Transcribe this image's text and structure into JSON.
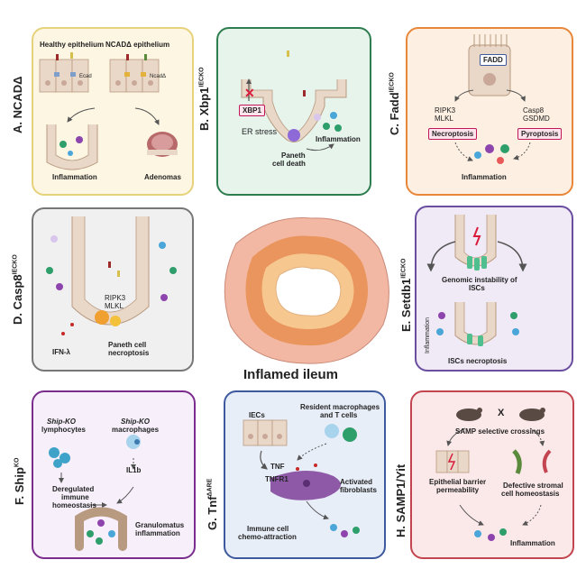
{
  "center": {
    "title": "Inflamed ileum"
  },
  "panelA": {
    "label": "A. NCADΔ",
    "healthy": "Healthy epithelium",
    "mutant": "NCADΔ epithelium",
    "ecad": "Ecad",
    "ncad": "NcadΔ",
    "inflammation": "Inflammation",
    "adenomas": "Adenomas"
  },
  "panelB": {
    "label_main": "B. Xbp1",
    "label_sup": "IECKO",
    "xbp1": "XBP1",
    "er_stress": "ER stress",
    "paneth": "Paneth",
    "cell_death": "cell death",
    "inflammation": "Inflammation"
  },
  "panelC": {
    "label_main": "C. Fadd",
    "label_sup": "IECKO",
    "fadd": "FADD",
    "ripk3": "RIPK3",
    "mlkl": "MLKL",
    "casp8": "Casp8",
    "gsdmd": "GSDMD",
    "necroptosis": "Necroptosis",
    "pyroptosis": "Pyroptosis",
    "inflammation": "Inflammation"
  },
  "panelD": {
    "label_main": "D. Casp8",
    "label_sup": "IECKO",
    "ripk3": "RIPK3",
    "mlkl": "MLKL",
    "ifn": "IFN-λ",
    "paneth_line1": "Paneth cell",
    "paneth_line2": "necroptosis"
  },
  "panelE": {
    "label_main": "E. Setdb1",
    "label_sup": "IECKO",
    "genomic_line1": "Genomic instability of",
    "genomic_line2": "ISCs",
    "inflammation": "Inflammation",
    "isc_necroptosis": "ISCs necroptosis"
  },
  "panelF": {
    "label_main": "F. Ship",
    "label_sup": "KO",
    "lymph_line1": "Ship-KO",
    "lymph_line2": "lymphocytes",
    "mac_line1": "Ship-KO",
    "mac_line2": "macrophages",
    "dereg_line1": "Deregulated",
    "dereg_line2": "immune",
    "dereg_line3": "homeostasis",
    "il1b": "IL1b",
    "gran_line1": "Granulomatus",
    "gran_line2": "inflammation"
  },
  "panelG": {
    "label_main": "G. Tnf",
    "label_sup": "ΔARE",
    "iecs": "IECs",
    "resident_line1": "Resident macrophages",
    "resident_line2": "and T cells",
    "tnf": "TNF",
    "tnfr1": "TNFR1",
    "activated_line1": "Activated",
    "activated_line2": "fibroblasts",
    "immune_line1": "Immune cell",
    "immune_line2": "chemo-attraction"
  },
  "panelH": {
    "label": "H. SAMP1/Yit",
    "x_symbol": "X",
    "crossings": "SAMP selective crossings",
    "barrier_line1": "Epithelial barrier",
    "barrier_line2": "permeability",
    "stromal_line1": "Defective stromal",
    "stromal_line2": "cell homeostasis",
    "inflammation": "Inflammation"
  },
  "colors": {
    "yellow_panel": "#fdf6e3",
    "yellow_border": "#e6d27a",
    "green_panel": "#e6f4ec",
    "green_border": "#2e7d4f",
    "orange_panel": "#fdf0e2",
    "orange_border": "#e8873a",
    "grey_panel": "#f0f0f0",
    "grey_border": "#777777",
    "violet_panel": "#f0eaf6",
    "violet_border": "#6a4ea0",
    "purple_panel": "#f7f0fb",
    "purple_border": "#7b2d8e",
    "blue_panel": "#e8eef8",
    "blue_border": "#3d5a9e",
    "pink_panel": "#fbe9ea",
    "pink_border": "#c2454f",
    "epithelium": "#e9d7c7",
    "epithelium_edge": "#b89a80",
    "ileum_outer": "#f3b8a4",
    "ileum_mid": "#e9955d",
    "ileum_inner": "#f6c890"
  }
}
